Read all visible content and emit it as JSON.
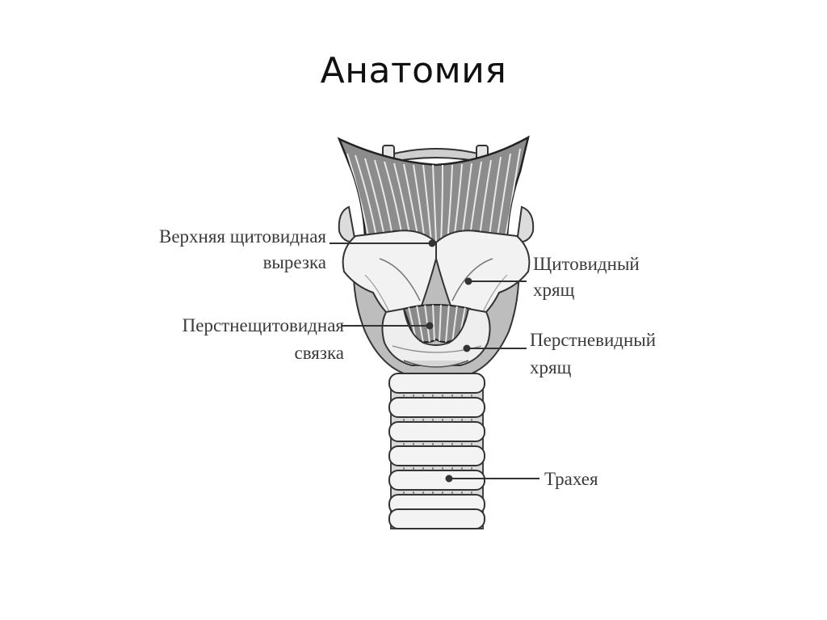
{
  "slide": {
    "title": "Анатомия"
  },
  "labels": {
    "upper_notch_l1": "Верхняя щитовидная",
    "upper_notch_l2": "вырезка",
    "thyroid_l1": "Щитовидный",
    "thyroid_l2": "хрящ",
    "ligament_l1": "Перстнещитовидная",
    "ligament_l2": "связка",
    "cricoid_l1": "Перстневидный",
    "cricoid_l2": "хрящ",
    "trachea": "Трахея"
  }
}
